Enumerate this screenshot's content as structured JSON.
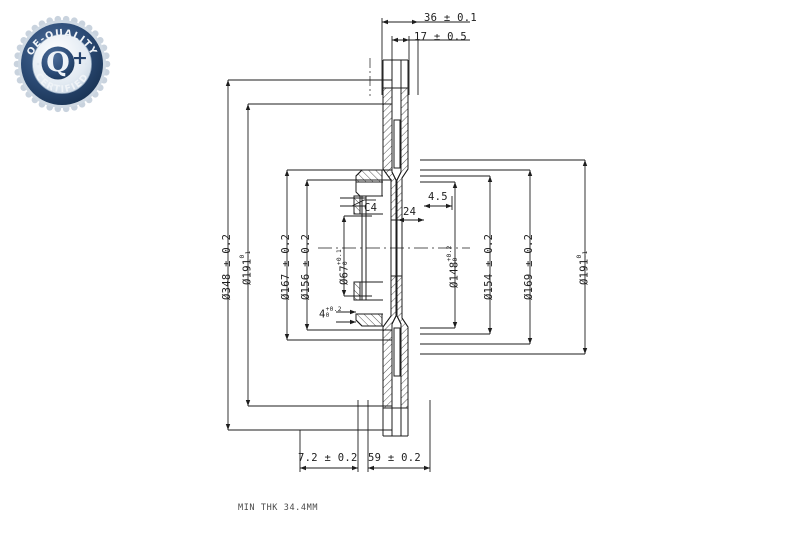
{
  "document": {
    "type": "engineering-drawing",
    "subject": "vented brake disc cross-section",
    "note": "MIN THK 34.4MM"
  },
  "badge": {
    "name": "oe-quality-certified-seal",
    "top_text": "OE-QUALITY",
    "bottom_text": "CERTIFIED",
    "center_text": "Q+",
    "ring_color": "#23416b",
    "inner_color": "#e8eef5",
    "scallop_color": "#c9d3de"
  },
  "dimensions": {
    "top": [
      {
        "id": "top-36",
        "label": "36 ± 0.1"
      },
      {
        "id": "top-17",
        "label": "17 ± 0.5"
      }
    ],
    "bottom": [
      {
        "id": "bot-7p2",
        "label": "7.2 ± 0.2"
      },
      {
        "id": "bot-59",
        "label": "59 ± 0.2"
      }
    ],
    "left": [
      {
        "id": "left-d348",
        "label": "Ø348 ± 0.2"
      },
      {
        "id": "left-d191",
        "label": "Ø191",
        "sup": "0",
        "sub": "-1"
      },
      {
        "id": "left-d167",
        "label": "Ø167 ± 0.2"
      },
      {
        "id": "left-d156",
        "label": "Ø156 ± 0.2"
      },
      {
        "id": "left-d67",
        "label": "Ø67",
        "sup": "+0.1",
        "sub": "0"
      }
    ],
    "right": [
      {
        "id": "right-d148",
        "label": "Ø148",
        "sup": "+0.2",
        "sub": "0"
      },
      {
        "id": "right-d154",
        "label": "Ø154 ± 0.2"
      },
      {
        "id": "right-d169",
        "label": "Ø169 ± 0.2"
      },
      {
        "id": "right-d191",
        "label": "Ø191",
        "sup": "0",
        "sub": "-1"
      }
    ],
    "inline": [
      {
        "id": "chamfer-c4",
        "label": "C4"
      },
      {
        "id": "thk-24",
        "label": "24"
      },
      {
        "id": "thk-4p5",
        "label": "4.5"
      },
      {
        "id": "depth-4",
        "label": "4",
        "sup": "+0.2",
        "sub": "0"
      }
    ]
  },
  "colors": {
    "line": "#1d1d1d",
    "thin": "#444444",
    "text": "#1d1d1d",
    "note": "#4a4a4a",
    "background": "#ffffff"
  }
}
